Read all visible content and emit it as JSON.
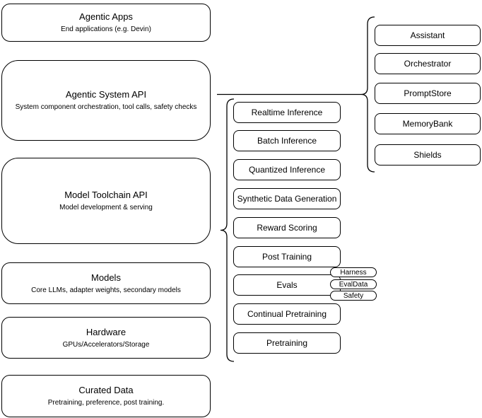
{
  "diagram": {
    "stack": [
      {
        "title": "Agentic Apps",
        "subtitle": "End applications (e.g. Devin)"
      },
      {
        "title": "Agentic System API",
        "subtitle": "System component orchestration, tool calls, safety checks"
      },
      {
        "title": "Model Toolchain API",
        "subtitle": "Model development & serving"
      },
      {
        "title": "Models",
        "subtitle": "Core LLMs, adapter weights, secondary models"
      },
      {
        "title": "Hardware",
        "subtitle": "GPUs/Accelerators/Storage"
      },
      {
        "title": "Curated Data",
        "subtitle": "Pretraining, preference, post training."
      }
    ],
    "toolchain": {
      "items": [
        "Realtime Inference",
        "Batch Inference",
        "Quantized Inference",
        "Synthetic Data Generation",
        "Reward Scoring",
        "Post Training",
        "Evals",
        "Continual Pretraining",
        "Pretraining"
      ],
      "eval_tags": [
        "Harness",
        "EvalData",
        "Safety"
      ]
    },
    "system_components": {
      "items": [
        "Assistant",
        "Orchestrator",
        "PromptStore",
        "MemoryBank",
        "Shields"
      ]
    }
  },
  "colors": {
    "stroke": "#000000",
    "background": "#ffffff"
  }
}
